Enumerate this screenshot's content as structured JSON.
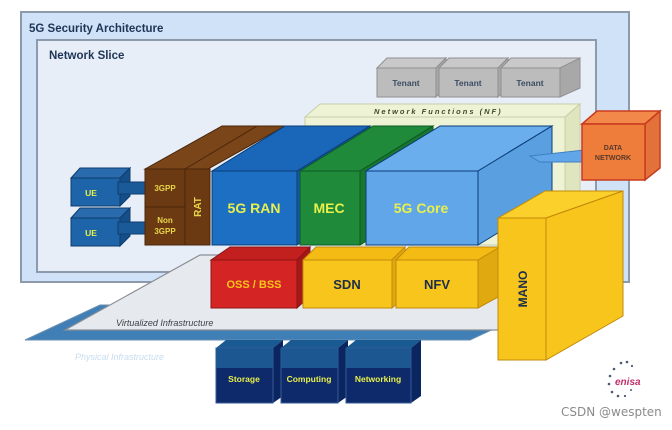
{
  "title": "5G Security Architecture",
  "slice_label": "Network Slice",
  "tenants": [
    "Tenant",
    "Tenant",
    "Tenant"
  ],
  "nf_label": "Network  Functions (NF)",
  "ue": [
    "UE",
    "UE"
  ],
  "access": {
    "top": "3GPP",
    "bottom_line1": "Non",
    "bottom_line2": "3GPP",
    "rat": "RAT"
  },
  "blocks": {
    "ran": "5G RAN",
    "mec": "MEC",
    "core": "5G Core"
  },
  "data_network": {
    "line1": "DATA",
    "line2": "NETWORK"
  },
  "mgmt": {
    "oss": "OSS / BSS",
    "sdn": "SDN",
    "nfv": "NFV",
    "mano": "MANO"
  },
  "layers": {
    "virtual": "Virtualized Infrastructure",
    "physical": "Physical Infrastructure"
  },
  "resources": [
    "Storage",
    "Computing",
    "Networking"
  ],
  "logo": "enisa",
  "watermark": "CSDN @wespten",
  "colors": {
    "outer_bg": "#cfe2f7",
    "slice_bg": "#e8eef8",
    "ran": "#1d6fc4",
    "mec": "#1f8a3a",
    "core": "#62a6ea",
    "brown": "#6b3a12",
    "oss": "#d42424",
    "yellow": "#f8c51c",
    "orange": "#ee7d3b",
    "text_yellow": "#e8f04a",
    "navy": "#0e2a6b",
    "phys": "#3f7fb5"
  }
}
